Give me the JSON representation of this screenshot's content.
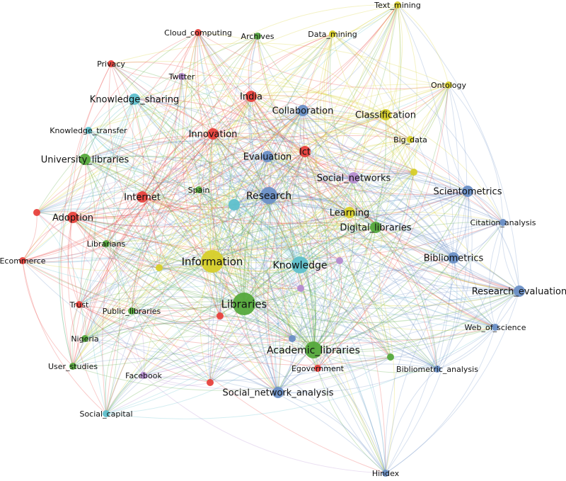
{
  "colors": {
    "red": "#e8413c",
    "green": "#55a93c",
    "blue": "#6a8fc6",
    "yellow": "#d7cf2a",
    "cyan": "#5fc0cc",
    "purple": "#b58bd0"
  },
  "nodes": [
    {
      "id": "Text_mining",
      "label": "Text_mining",
      "cluster": "yellow",
      "weight": 1
    },
    {
      "id": "Cloud_computing",
      "label": "Cloud_computing",
      "cluster": "red",
      "weight": 1
    },
    {
      "id": "Archives",
      "label": "Archives",
      "cluster": "green",
      "weight": 1
    },
    {
      "id": "Data_mining",
      "label": "Data_mining",
      "cluster": "yellow",
      "weight": 1
    },
    {
      "id": "Privacy",
      "label": "Privacy",
      "cluster": "red",
      "weight": 1
    },
    {
      "id": "Twitter",
      "label": "Twitter",
      "cluster": "purple",
      "weight": 1
    },
    {
      "id": "Ontology",
      "label": "Ontology",
      "cluster": "yellow",
      "weight": 1
    },
    {
      "id": "Knowledge_sharing",
      "label": "Knowledge_sharing",
      "cluster": "cyan",
      "weight": 2
    },
    {
      "id": "India",
      "label": "India",
      "cluster": "red",
      "weight": 2
    },
    {
      "id": "Collaboration",
      "label": "Collaboration",
      "cluster": "blue",
      "weight": 2
    },
    {
      "id": "Classification",
      "label": "Classification",
      "cluster": "yellow",
      "weight": 2
    },
    {
      "id": "Knowledge_transfer",
      "label": "Knowledge_transfer",
      "cluster": "cyan",
      "weight": 1
    },
    {
      "id": "Innovation",
      "label": "Innovation",
      "cluster": "red",
      "weight": 2
    },
    {
      "id": "Big_data",
      "label": "Big_data",
      "cluster": "yellow",
      "weight": 1
    },
    {
      "id": "University_libraries",
      "label": "University_libraries",
      "cluster": "green",
      "weight": 2
    },
    {
      "id": "Evaluation",
      "label": "Evaluation",
      "cluster": "blue",
      "weight": 2
    },
    {
      "id": "Ict",
      "label": "Ict",
      "cluster": "red",
      "weight": 2
    },
    {
      "id": "Social_networks",
      "label": "Social_networks",
      "cluster": "purple",
      "weight": 2
    },
    {
      "id": "Scientometrics",
      "label": "Scientometrics",
      "cluster": "blue",
      "weight": 2
    },
    {
      "id": "Internet",
      "label": "Internet",
      "cluster": "red",
      "weight": 2
    },
    {
      "id": "Spain",
      "label": "Spain",
      "cluster": "green",
      "weight": 1
    },
    {
      "id": "Research",
      "label": "Research",
      "cluster": "blue",
      "weight": 3
    },
    {
      "id": "Adoption",
      "label": "Adoption",
      "cluster": "red",
      "weight": 2
    },
    {
      "id": "Learning",
      "label": "Learning",
      "cluster": "yellow",
      "weight": 2
    },
    {
      "id": "Citation_analysis",
      "label": "Citation_analysis",
      "cluster": "blue",
      "weight": 1
    },
    {
      "id": "Digital_libraries",
      "label": "Digital_libraries",
      "cluster": "green",
      "weight": 2
    },
    {
      "id": "Librarians",
      "label": "Librarians",
      "cluster": "green",
      "weight": 1
    },
    {
      "id": "Ecommerce",
      "label": "Ecommerce",
      "cluster": "red",
      "weight": 1
    },
    {
      "id": "Information",
      "label": "Information",
      "cluster": "yellow",
      "weight": 4
    },
    {
      "id": "Knowledge",
      "label": "Knowledge",
      "cluster": "cyan",
      "weight": 3
    },
    {
      "id": "Bibliometrics",
      "label": "Bibliometrics",
      "cluster": "blue",
      "weight": 2
    },
    {
      "id": "Research_evaluation",
      "label": "Research_evaluation",
      "cluster": "blue",
      "weight": 2
    },
    {
      "id": "Trust",
      "label": "Trust",
      "cluster": "red",
      "weight": 1
    },
    {
      "id": "Public_libraries",
      "label": "Public_libraries",
      "cluster": "green",
      "weight": 1
    },
    {
      "id": "Libraries",
      "label": "Libraries",
      "cluster": "green",
      "weight": 4
    },
    {
      "id": "Web_of_science",
      "label": "Web_of_science",
      "cluster": "blue",
      "weight": 1
    },
    {
      "id": "Nigeria",
      "label": "Nigeria",
      "cluster": "green",
      "weight": 1
    },
    {
      "id": "Academic_libraries",
      "label": "Academic_libraries",
      "cluster": "green",
      "weight": 3
    },
    {
      "id": "User_studies",
      "label": "User_studies",
      "cluster": "green",
      "weight": 1
    },
    {
      "id": "Egovernment",
      "label": "Egovernment",
      "cluster": "red",
      "weight": 1
    },
    {
      "id": "Bibliometric_analysis",
      "label": "Bibliometric_analysis",
      "cluster": "blue",
      "weight": 1
    },
    {
      "id": "Facebook",
      "label": "Facebook",
      "cluster": "purple",
      "weight": 1
    },
    {
      "id": "Social_network_analysis",
      "label": "Social_network_analysis",
      "cluster": "blue",
      "weight": 2
    },
    {
      "id": "Social_capital",
      "label": "Social_capital",
      "cluster": "cyan",
      "weight": 1
    },
    {
      "id": "Hindex",
      "label": "Hindex",
      "cluster": "blue",
      "weight": 1
    },
    {
      "id": "n_cyan_big",
      "label": "",
      "cluster": "cyan",
      "weight": 2
    },
    {
      "id": "n_yellow_mid",
      "label": "",
      "cluster": "yellow",
      "weight": 1
    },
    {
      "id": "n_yellow_right",
      "label": "",
      "cluster": "yellow",
      "weight": 1
    },
    {
      "id": "n_purple_a",
      "label": "",
      "cluster": "purple",
      "weight": 1
    },
    {
      "id": "n_purple_b",
      "label": "",
      "cluster": "purple",
      "weight": 1
    },
    {
      "id": "n_red_a",
      "label": "",
      "cluster": "red",
      "weight": 1
    },
    {
      "id": "n_red_b",
      "label": "",
      "cluster": "red",
      "weight": 1
    },
    {
      "id": "n_red_c",
      "label": "",
      "cluster": "red",
      "weight": 1
    },
    {
      "id": "n_blue_a",
      "label": "",
      "cluster": "blue",
      "weight": 1
    },
    {
      "id": "n_green_a",
      "label": "",
      "cluster": "green",
      "weight": 1
    }
  ]
}
